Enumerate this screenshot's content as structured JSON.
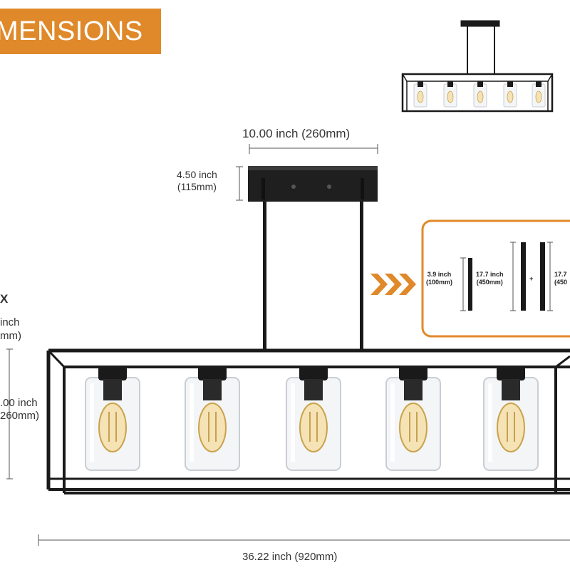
{
  "banner": {
    "title": "MENSIONS",
    "color": "#e0892a"
  },
  "dimensions": {
    "canopy_width": "10.00 inch (260mm)",
    "canopy_height_inch": "4.50 inch",
    "canopy_height_mm": "(115mm)",
    "total_length": "36.22 inch (920mm)",
    "cage_height_inch": ".00 inch",
    "cage_height_mm": "260mm)",
    "left_partial_x": "X",
    "left_partial_inch": "inch",
    "left_partial_mm": "mm)"
  },
  "rods": {
    "rod1_inch": "3.9 inch",
    "rod1_mm": "(100mm)",
    "rod2_inch": "17.7 inch",
    "rod2_mm": "(450mm)",
    "plus_sign": "+",
    "rod3_inch": "17.7",
    "rod3_mm": "(450"
  },
  "colors": {
    "accent": "#e0892a",
    "frame": "#1a1a1a",
    "glass": "#c8ced4",
    "bulb": "#c9a24a"
  },
  "icons": {
    "arrows": "triple-chevron-right-icon",
    "fixture_thumbnail": "chandelier-thumbnail",
    "fixture": "chandelier-illustration"
  }
}
